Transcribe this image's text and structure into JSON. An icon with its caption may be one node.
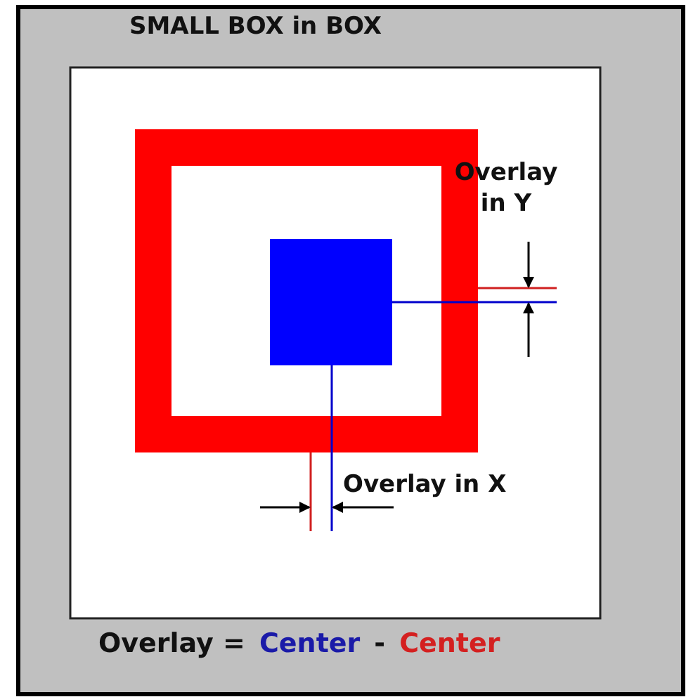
{
  "diagram": {
    "title": "SMALL BOX in BOX",
    "labels": [
      "Overlay in Y",
      "Overlay in X",
      "Overlay =",
      "Center",
      "-",
      "Center"
    ]
  }
}
